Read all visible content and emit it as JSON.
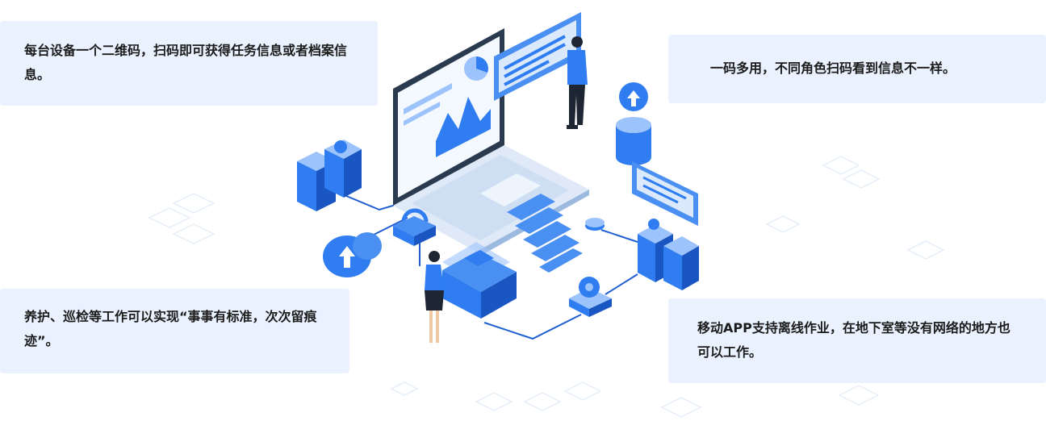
{
  "features": {
    "top_left": "每台设备一个二维码，扫码即可获得任务信息或者档案信息。",
    "top_right": "一码多用，不同角色扫码看到信息不一样。",
    "bottom_left": "养护、巡检等工作可以实现“事事有标准，次次留痕迹”。",
    "bottom_right": "移动APP支持离线作业，在地下室等没有网络的地方也可以工作。"
  },
  "illustration": {
    "icons": [
      "laptop-icon",
      "server-stack-icon",
      "cloud-upload-icon",
      "padlock-icon",
      "database-icon",
      "chat-bubble-icon",
      "gear-icon",
      "person-icon"
    ],
    "colors": {
      "primary": "#2f7df0",
      "light": "#9cc3fb",
      "dark": "#1a56c2",
      "card_bg": "#e9f2fe",
      "line": "#1f5fd1"
    }
  }
}
